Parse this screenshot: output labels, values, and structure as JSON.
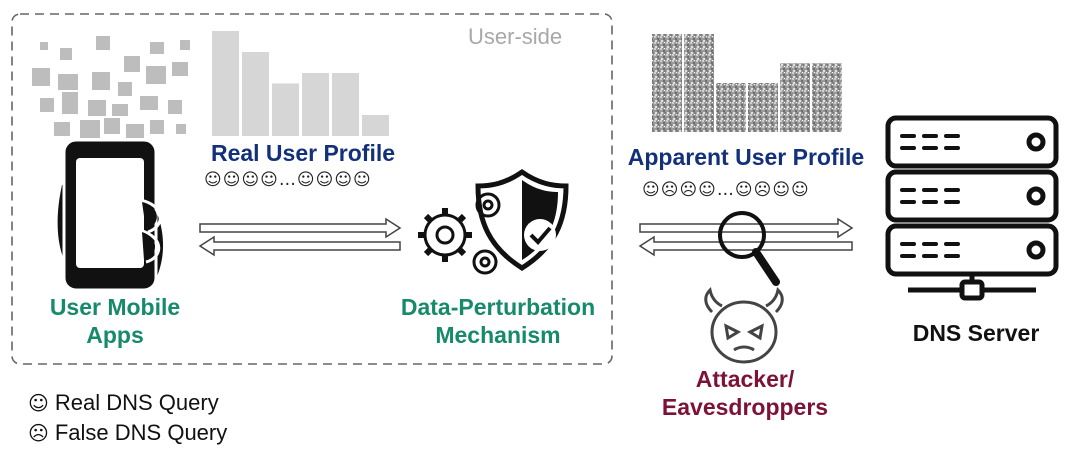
{
  "region_label": "User-side",
  "labels": {
    "user_apps_line1": "User Mobile",
    "user_apps_line2": "Apps",
    "real_profile": "Real User Profile",
    "mechanism_line1": "Data-Perturbation",
    "mechanism_line2": "Mechanism",
    "apparent_profile": "Apparent User Profile",
    "dns_server": "DNS Server",
    "attacker_line1": "Attacker/",
    "attacker_line2": "Eavesdroppers"
  },
  "query_sequences": {
    "real": "☺☺☺☺…☺☺☺☺",
    "apparent": "☺☹☹☺…☺☹☺☺"
  },
  "legend": [
    {
      "glyph": "☺",
      "text": "Real DNS Query"
    },
    {
      "glyph": "☹",
      "text": "False DNS Query"
    }
  ],
  "profiles": {
    "real": [
      10,
      8,
      5,
      6,
      6,
      2
    ],
    "apparent": [
      10,
      10,
      5,
      5,
      7,
      7
    ]
  },
  "colors": {
    "green": "#168a6a",
    "navy": "#13307a",
    "maroon": "#7e1236"
  }
}
